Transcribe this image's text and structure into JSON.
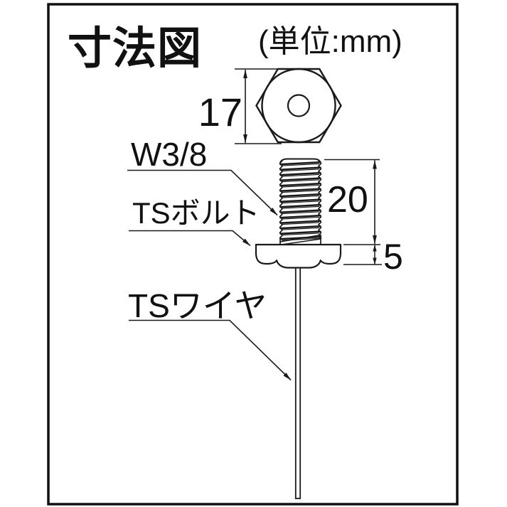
{
  "diagram": {
    "title": "寸法図",
    "unit_note": "(単位:mm)",
    "line_color": "#1a1a1a",
    "labels": {
      "thread_spec": "W3/8",
      "bolt": "TSボルト",
      "wire": "TSワイヤ"
    },
    "dimensions": {
      "head_across_flats": "17",
      "thread_length": "20",
      "head_height": "5"
    }
  }
}
